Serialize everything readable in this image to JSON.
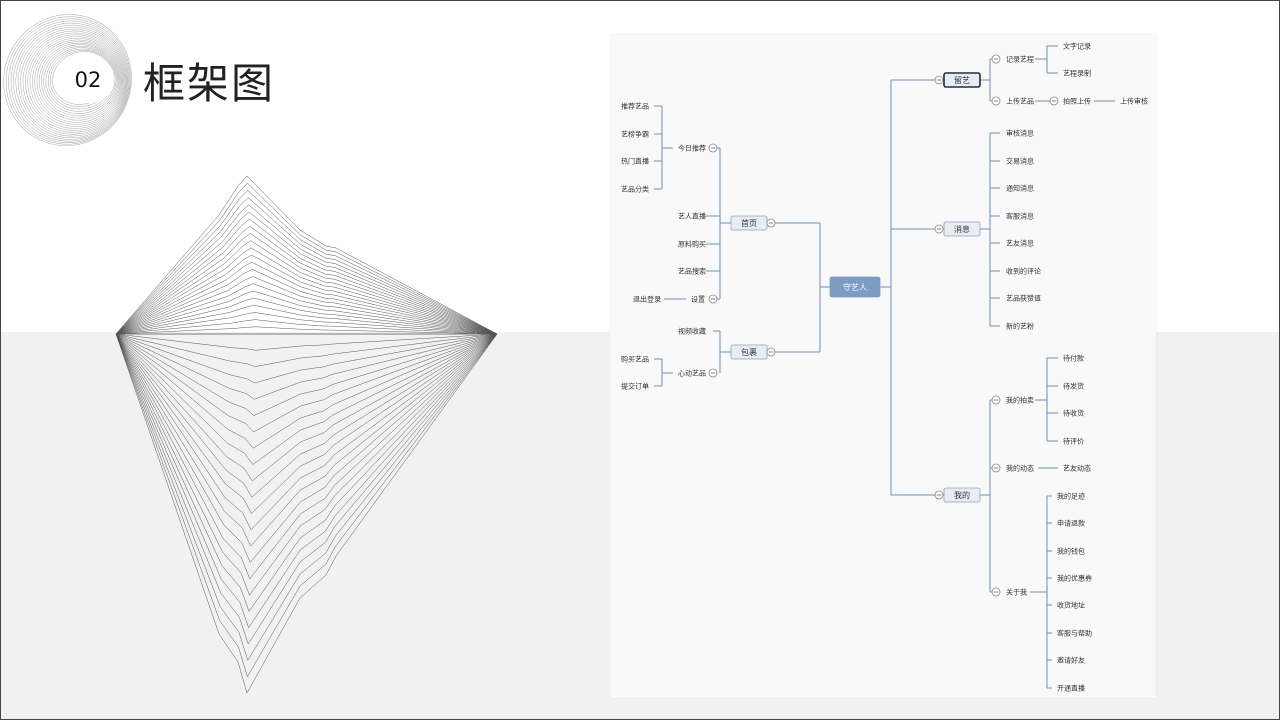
{
  "slide": {
    "section_number": "02",
    "section_title": "框架图"
  },
  "mindmap": {
    "root": "守艺人",
    "home": {
      "label": "首页",
      "today_recommend": {
        "label": "今日推荐",
        "children": [
          "推荐艺品",
          "艺榜争霸",
          "热门直播",
          "艺品分类"
        ]
      },
      "items": [
        "艺人直播",
        "原料购买",
        "艺品搜索"
      ],
      "settings": {
        "label": "设置",
        "children": [
          "退出登录"
        ]
      }
    },
    "package": {
      "label": "包裹",
      "video_favorites": "视频收藏",
      "liked_art": {
        "label": "心动艺品",
        "children": [
          "购买艺品",
          "提交订单"
        ]
      }
    },
    "liuyi": {
      "label": "留艺",
      "record_process": {
        "label": "记录艺程",
        "children": [
          "文字记录",
          "艺程录制"
        ]
      },
      "upload_art": {
        "label": "上传艺品",
        "photo_upload": "拍照上传",
        "review": "上传审核"
      }
    },
    "messages": {
      "label": "消息",
      "children": [
        "审核消息",
        "交易消息",
        "通知消息",
        "客服消息",
        "艺友消息",
        "收到的评论",
        "艺品获赞值",
        "新的艺粉"
      ]
    },
    "mine": {
      "label": "我的",
      "my_auction": {
        "label": "我的拍卖",
        "children": [
          "待付款",
          "待发货",
          "待收货",
          "待评价"
        ]
      },
      "my_activity": {
        "label": "我的动态",
        "children": [
          "艺友动态"
        ]
      },
      "about_me": {
        "label": "关于我",
        "children": [
          "我的足迹",
          "申请退款",
          "我的钱包",
          "我的优惠券",
          "收货地址",
          "客服与帮助",
          "邀请好友",
          "开通直播"
        ]
      }
    },
    "colors": {
      "line": "#6f8fb5",
      "root_fill": "#7c9cc4",
      "node_fill": "#e8edf4",
      "node_stroke": "#8ea3bd",
      "focus_stroke": "#1f2f45"
    }
  }
}
